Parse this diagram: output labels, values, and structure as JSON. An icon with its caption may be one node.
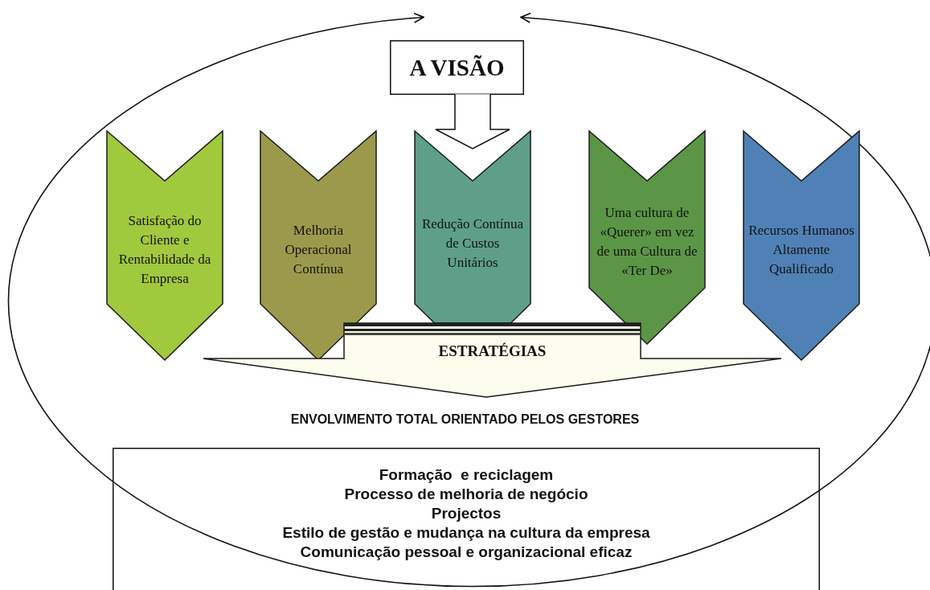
{
  "diagram": {
    "nodes": [
      {
        "text": [
          "A VISÃO"
        ]
      },
      {
        "text": [
          "Satisfação do Cliente e Rentabilidade da Empresa"
        ]
      },
      {
        "text": [
          "Melhoria Operacional Contínua"
        ]
      },
      {
        "text": [
          "Redução Contínua de Custos Unitários"
        ]
      },
      {
        "text": [
          "Uma cultura de «Querer» em vez de uma Cultura de «Ter De»"
        ]
      },
      {
        "text": [
          "Recursos Humanos Altamente Qualificado"
        ]
      },
      {
        "text": [
          "ESTRATÉGIAS"
        ]
      },
      {
        "text": [
          "Formação  e reciclagem",
          "Processo de melhoria de negócio",
          "Projectos",
          "Estilo de gestão e mudança na cultura da empresa",
          "Comunicação pessoal e organizacional eficaz"
        ]
      }
    ],
    "edges": [
      {
        "from": 0,
        "to": 3,
        "arrow": "to"
      }
    ],
    "labels": [
      "ENVOLVIMENTO TOTAL ORIENTADO PELOS GESTORES"
    ]
  }
}
